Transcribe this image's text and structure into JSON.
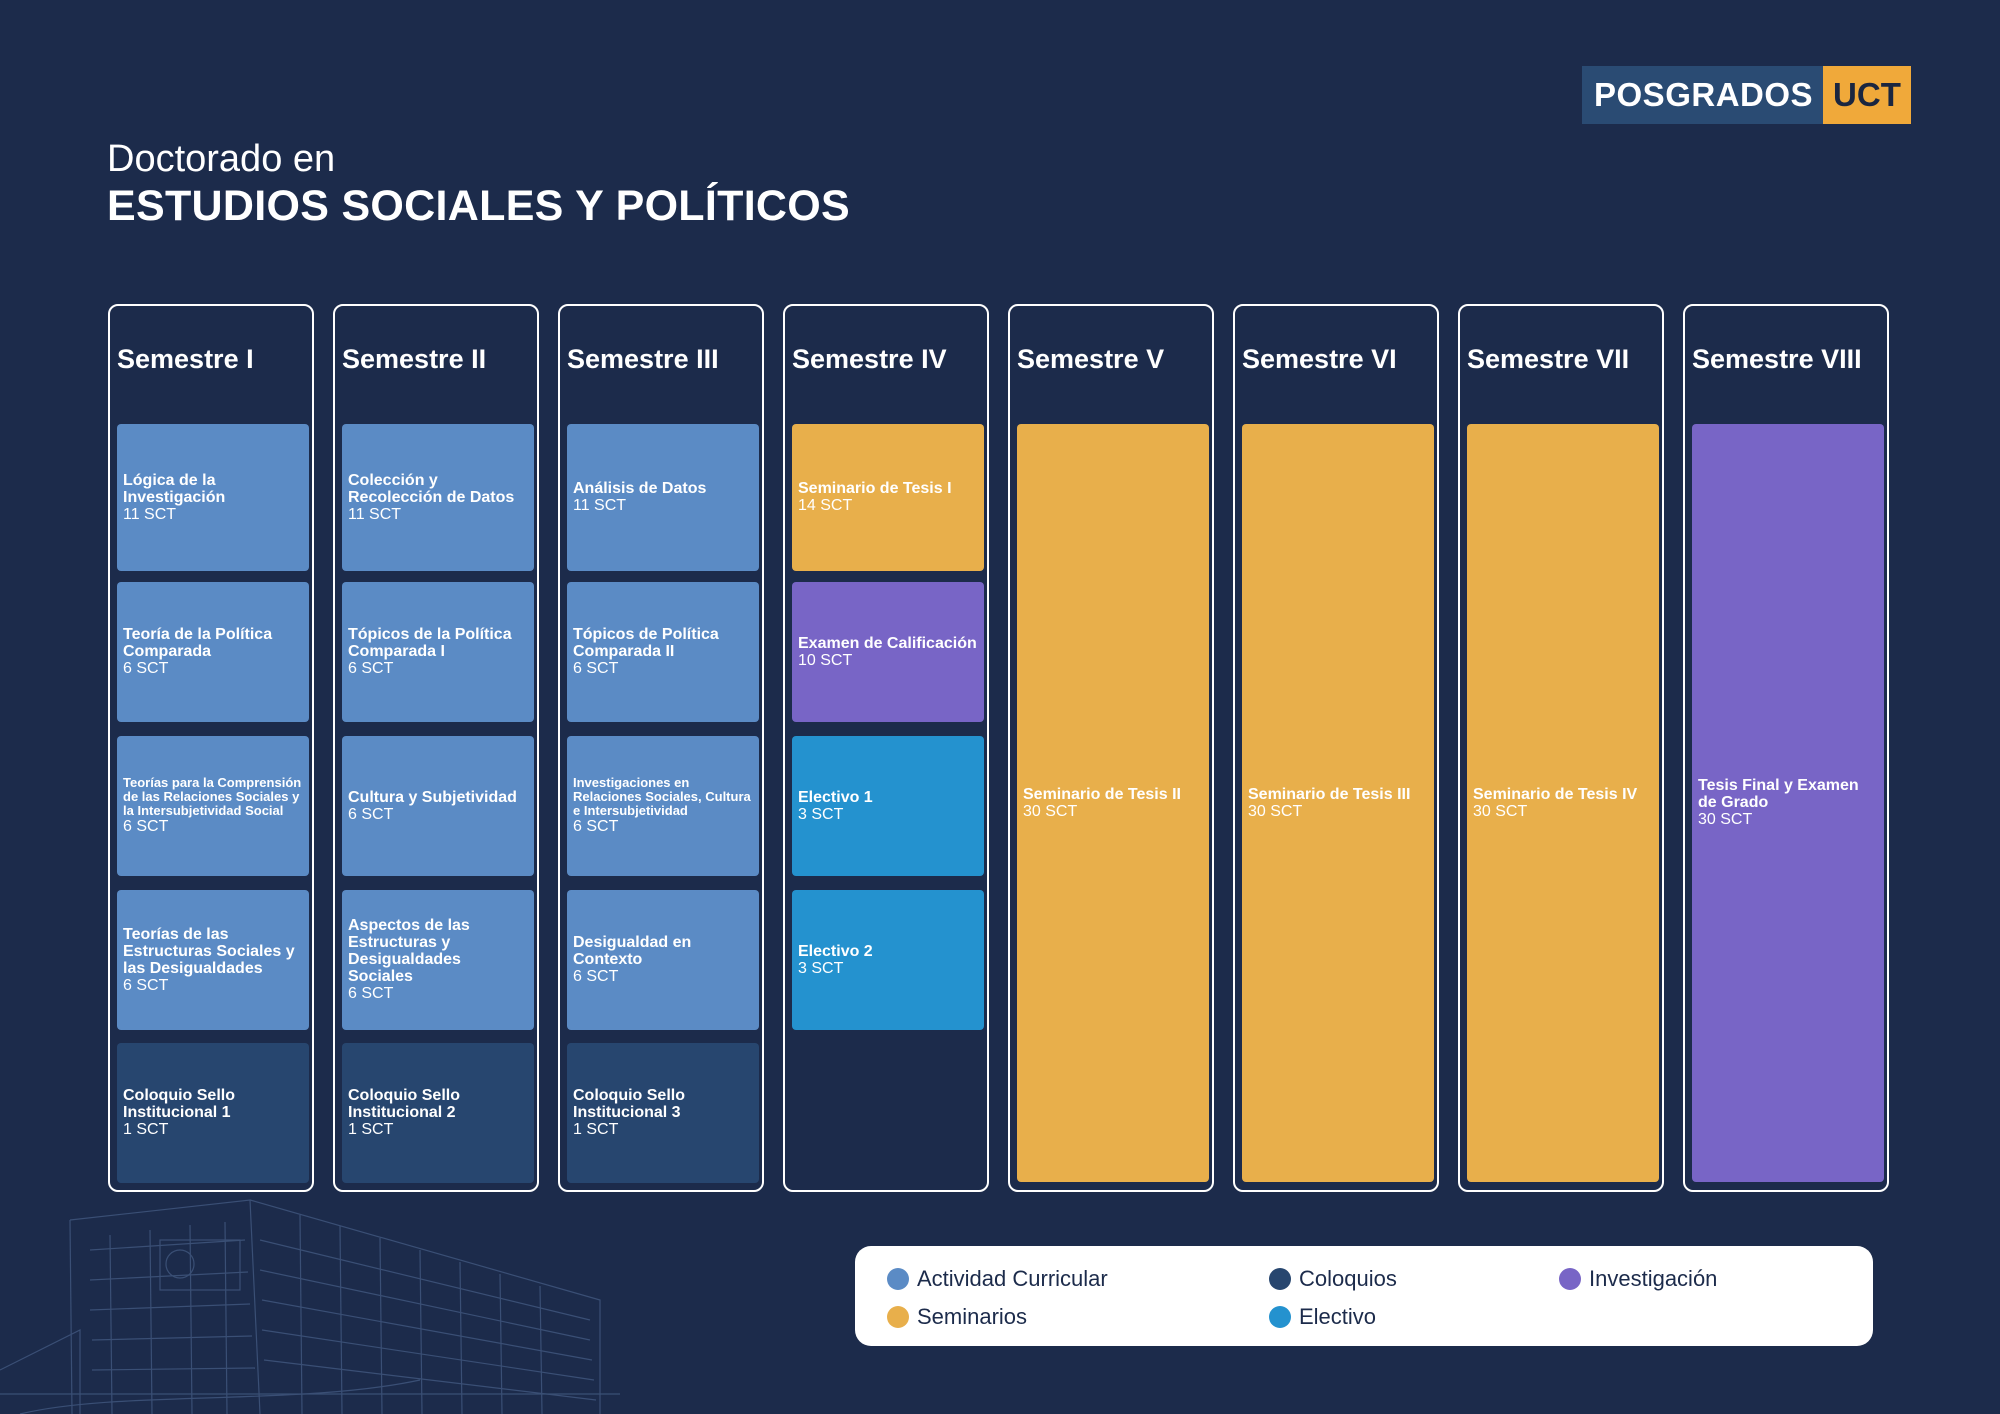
{
  "brand": {
    "left": "POSGRADOS",
    "right": "UCT"
  },
  "title": {
    "sub": "Doctorado en",
    "main": "ESTUDIOS SOCIALES Y POLÍTICOS"
  },
  "colors": {
    "background": "#1c2b4b",
    "actividad_curricular": "#5b8bc5",
    "coloquios": "#27466f",
    "seminarios": "#e8af4b",
    "investigacion": "#7865c6",
    "electivo": "#2492cf"
  },
  "semesters": [
    {
      "header": "Semestre I",
      "courses": [
        {
          "name": "Lógica de la Investigación",
          "sct": "11 SCT",
          "type": "actividad_curricular"
        },
        {
          "name": "Teoría de la Política Comparada",
          "sct": "6 SCT",
          "type": "actividad_curricular"
        },
        {
          "name": "Teorías para la Comprensión de las Relaciones Sociales y la Intersubjetividad Social",
          "sct": "6 SCT",
          "type": "actividad_curricular"
        },
        {
          "name": "Teorías de las Estructuras Sociales y las Desigualdades",
          "sct": "6 SCT",
          "type": "actividad_curricular"
        },
        {
          "name": "Coloquio Sello Institucional 1",
          "sct": "1 SCT",
          "type": "coloquios"
        }
      ]
    },
    {
      "header": "Semestre II",
      "courses": [
        {
          "name": "Colección y Recolección de Datos",
          "sct": "11 SCT",
          "type": "actividad_curricular"
        },
        {
          "name": "Tópicos de la Política Comparada I",
          "sct": "6 SCT",
          "type": "actividad_curricular"
        },
        {
          "name": "Cultura y Subjetividad",
          "sct": "6 SCT",
          "type": "actividad_curricular"
        },
        {
          "name": "Aspectos de las Estructuras y Desigualdades Sociales",
          "sct": "6 SCT",
          "type": "actividad_curricular"
        },
        {
          "name": "Coloquio Sello Institucional 2",
          "sct": "1 SCT",
          "type": "coloquios"
        }
      ]
    },
    {
      "header": "Semestre III",
      "courses": [
        {
          "name": "Análisis de Datos",
          "sct": "11 SCT",
          "type": "actividad_curricular"
        },
        {
          "name": "Tópicos de Política Comparada II",
          "sct": "6 SCT",
          "type": "actividad_curricular"
        },
        {
          "name": "Investigaciones en Relaciones Sociales, Cultura e Intersubjetividad",
          "sct": "6 SCT",
          "type": "actividad_curricular"
        },
        {
          "name": "Desigualdad en Contexto",
          "sct": "6 SCT",
          "type": "actividad_curricular"
        },
        {
          "name": "Coloquio Sello Institucional 3",
          "sct": "1 SCT",
          "type": "coloquios"
        }
      ]
    },
    {
      "header": "Semestre IV",
      "courses": [
        {
          "name": "Seminario de Tesis I",
          "sct": "14 SCT",
          "type": "seminarios"
        },
        {
          "name": "Examen de Calificación",
          "sct": "10 SCT",
          "type": "investigacion"
        },
        {
          "name": "Electivo 1",
          "sct": "3 SCT",
          "type": "electivo"
        },
        {
          "name": "Electivo 2",
          "sct": "3 SCT",
          "type": "electivo"
        }
      ]
    },
    {
      "header": "Semestre V",
      "courses": [
        {
          "name": "Seminario de Tesis II",
          "sct": "30 SCT",
          "type": "seminarios"
        }
      ]
    },
    {
      "header": "Semestre VI",
      "courses": [
        {
          "name": "Seminario de Tesis III",
          "sct": "30 SCT",
          "type": "seminarios"
        }
      ]
    },
    {
      "header": "Semestre VII",
      "courses": [
        {
          "name": "Seminario de Tesis IV",
          "sct": "30 SCT",
          "type": "seminarios"
        }
      ]
    },
    {
      "header": "Semestre VIII",
      "courses": [
        {
          "name": "Tesis Final y Examen de Grado",
          "sct": "30 SCT",
          "type": "investigacion"
        }
      ]
    }
  ],
  "legend": [
    {
      "label": "Actividad Curricular",
      "type": "actividad_curricular"
    },
    {
      "label": "Coloquios",
      "type": "coloquios"
    },
    {
      "label": "Investigación",
      "type": "investigacion"
    },
    {
      "label": "Seminarios",
      "type": "seminarios"
    },
    {
      "label": "Electivo",
      "type": "electivo"
    }
  ]
}
